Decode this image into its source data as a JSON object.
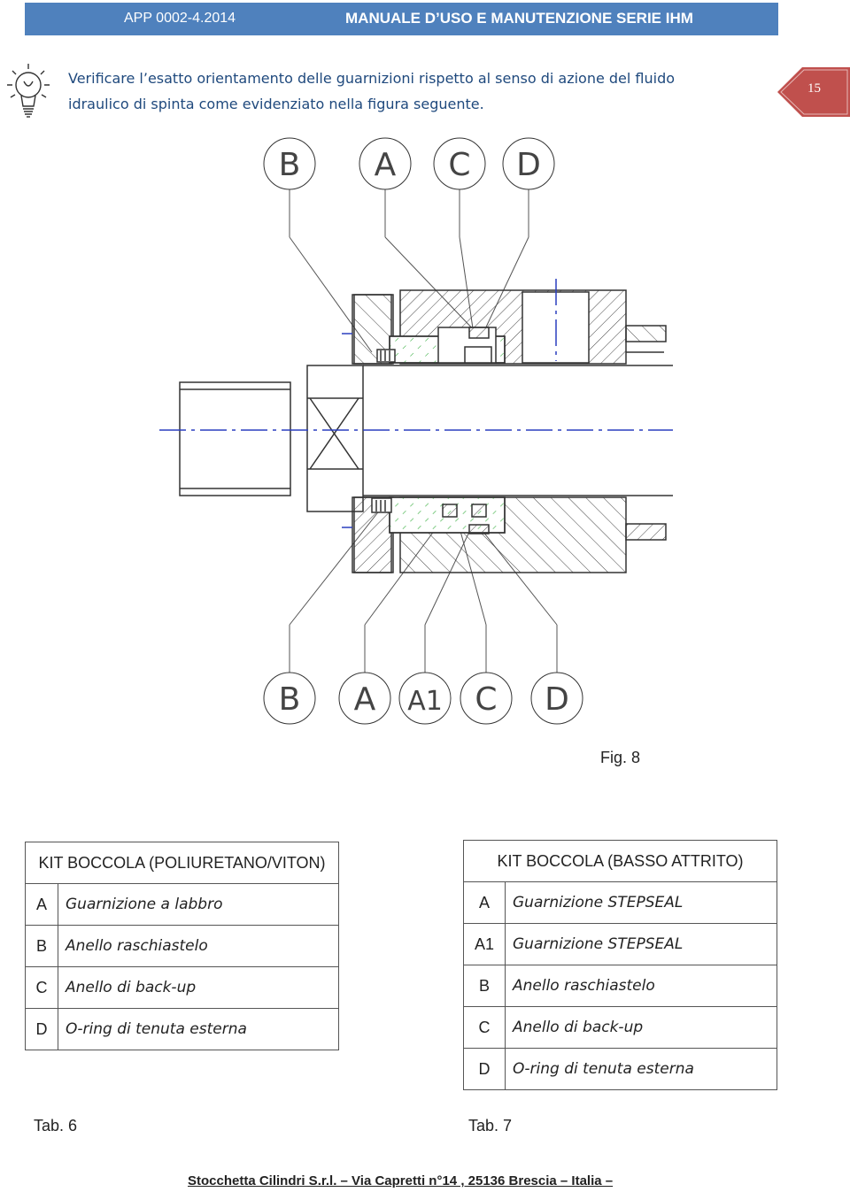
{
  "header": {
    "doc_code": "APP 0002-4.2014",
    "title": "MANUALE D’USO E MANUTENZIONE SERIE IHM"
  },
  "note": {
    "icon": "lightbulb-icon",
    "line1": "Verificare l’esatto orientamento delle guarnizioni rispetto al senso di azione del fluido",
    "line2": "idraulico di spinta come evidenziato nella figura seguente."
  },
  "page_number": "15",
  "drawing": {
    "top_labels": [
      "B",
      "A",
      "C",
      "D"
    ],
    "bottom_labels": [
      "B",
      "A",
      "A1",
      "C",
      "D"
    ]
  },
  "figure_caption": "Fig. 8",
  "tab6": {
    "title": "KIT BOCCOLA (POLIURETANO/VITON)",
    "rows": [
      {
        "code": "A",
        "desc": "Guarnizione a labbro"
      },
      {
        "code": "B",
        "desc": "Anello raschiastelo"
      },
      {
        "code": "C",
        "desc": "Anello di back-up"
      },
      {
        "code": "D",
        "desc": "O-ring di tenuta esterna"
      }
    ],
    "caption": "Tab. 6"
  },
  "tab7": {
    "title": "KIT BOCCOLA (BASSO ATTRITO)",
    "rows": [
      {
        "code": "A",
        "desc": "Guarnizione STEPSEAL"
      },
      {
        "code": "A1",
        "desc": "Guarnizione STEPSEAL"
      },
      {
        "code": "B",
        "desc": "Anello raschiastelo"
      },
      {
        "code": "C",
        "desc": "Anello di back-up"
      },
      {
        "code": "D",
        "desc": "O-ring di tenuta esterna"
      }
    ],
    "caption": "Tab. 7"
  },
  "footer": "Stocchetta Cilindri S.r.l. – Via Capretti n°14 , 25136 Brescia – Italia –",
  "colors": {
    "header_bar": "#4f81bd",
    "page_flag": "#c0504d",
    "note_text": "#1f497d"
  }
}
